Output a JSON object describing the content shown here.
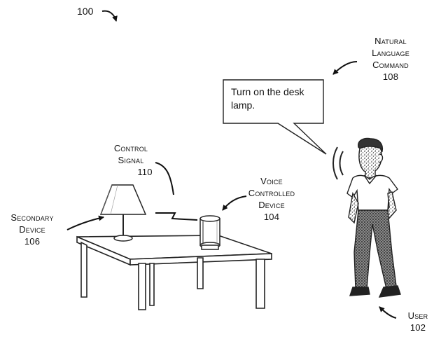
{
  "figure_number": "100",
  "labels": {
    "natural_language_command": {
      "line1": "Natural",
      "line2": "Language",
      "line3": "Command",
      "number": "108"
    },
    "control_signal": {
      "line1": "Control",
      "line2": "Signal",
      "number": "110"
    },
    "voice_controlled_device": {
      "line1": "Voice",
      "line2": "Controlled",
      "line3": "Device",
      "number": "104"
    },
    "secondary_device": {
      "line1": "Secondary",
      "line2": "Device",
      "number": "106"
    },
    "user": {
      "line1": "User",
      "number": "102"
    }
  },
  "speech_bubble": {
    "text": "Turn on the desk lamp."
  }
}
